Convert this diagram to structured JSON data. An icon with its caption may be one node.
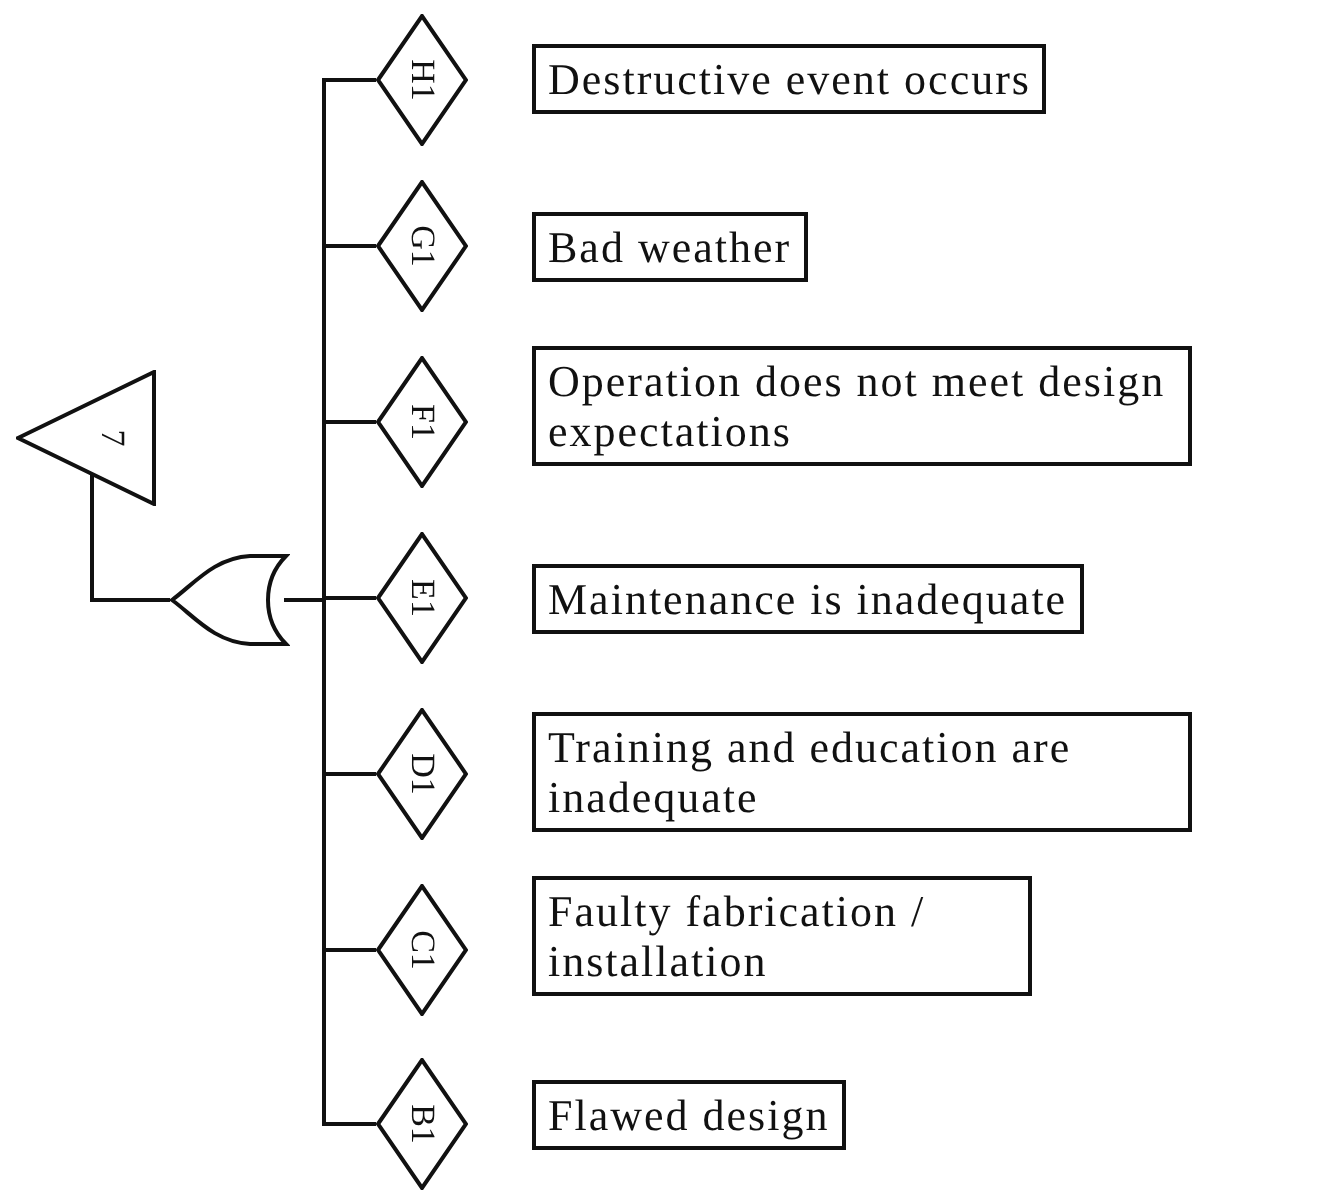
{
  "diagram": {
    "nodes": [
      {
        "text": [
          "7"
        ]
      },
      {
        "text": [],
        "shape": "gate"
      },
      {
        "text": [
          "H1"
        ]
      },
      {
        "text": [
          "Destructive event occurs"
        ]
      },
      {
        "text": [
          "G1"
        ]
      },
      {
        "text": [
          "Bad weather"
        ]
      },
      {
        "text": [
          "F1"
        ]
      },
      {
        "text": [
          "Operation does not meet design expectations"
        ]
      },
      {
        "text": [
          "E1"
        ]
      },
      {
        "text": [
          "Maintenance is inadequate"
        ]
      },
      {
        "text": [
          "D1"
        ]
      },
      {
        "text": [
          "Training and education are inadequate"
        ]
      },
      {
        "text": [
          "C1"
        ]
      },
      {
        "text": [
          "Faulty fabrication / installation"
        ]
      },
      {
        "text": [
          "B1"
        ]
      },
      {
        "text": [
          "Flawed design"
        ]
      }
    ],
    "edges": [
      {
        "from": 1,
        "to": 0,
        "arrow": "none"
      },
      {
        "from": 2,
        "to": 1,
        "arrow": "none"
      },
      {
        "from": 4,
        "to": 1,
        "arrow": "none"
      },
      {
        "from": 6,
        "to": 1,
        "arrow": "none"
      },
      {
        "from": 8,
        "to": 1,
        "arrow": "none"
      },
      {
        "from": 10,
        "to": 1,
        "arrow": "none"
      },
      {
        "from": 12,
        "to": 1,
        "arrow": "none"
      },
      {
        "from": 14,
        "to": 1,
        "arrow": "none"
      }
    ]
  }
}
